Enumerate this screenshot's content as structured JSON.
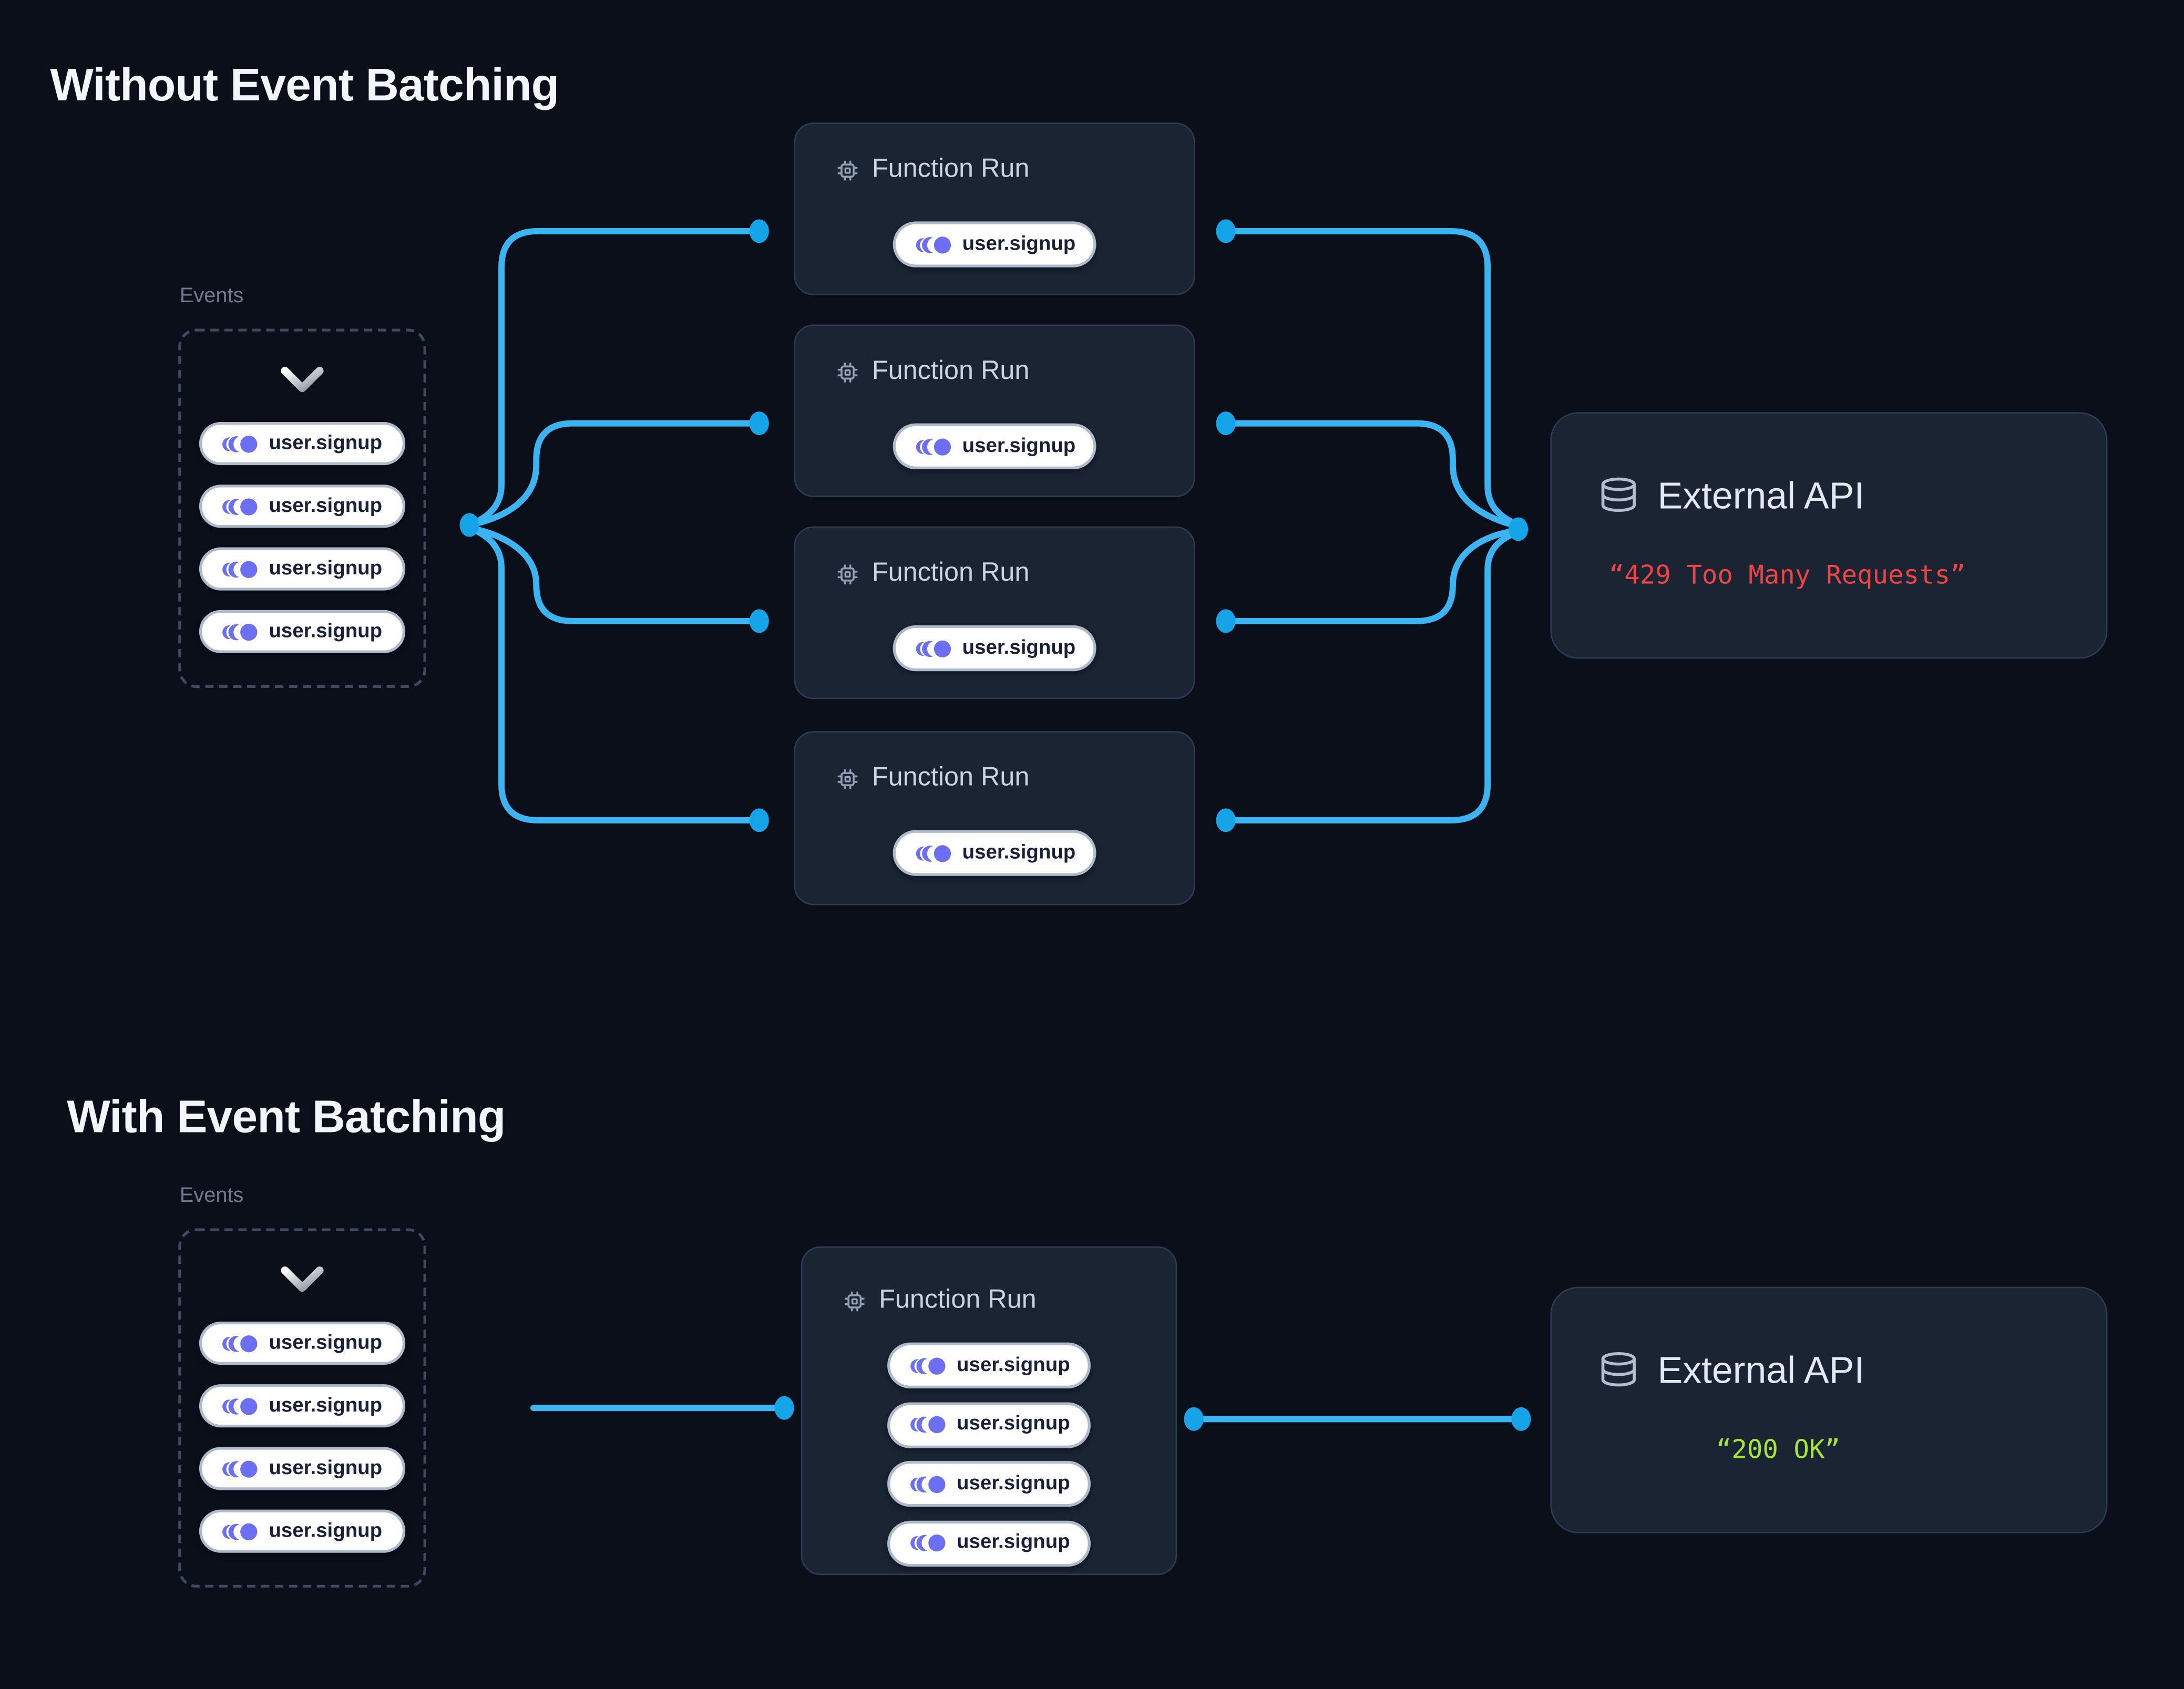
{
  "colors": {
    "accent_blue": "#3CB4F1",
    "dot_blue": "#16A4E8",
    "event_purple": "#6C6FF1",
    "error_red": "#EF4444",
    "success_green": "#A3E635"
  },
  "sections": {
    "without": {
      "title": "Without Event Batching",
      "events_label": "Events",
      "event_pills": [
        "user.signup",
        "user.signup",
        "user.signup",
        "user.signup"
      ],
      "function_runs": [
        {
          "title": "Function Run",
          "pills": [
            "user.signup"
          ]
        },
        {
          "title": "Function Run",
          "pills": [
            "user.signup"
          ]
        },
        {
          "title": "Function Run",
          "pills": [
            "user.signup"
          ]
        },
        {
          "title": "Function Run",
          "pills": [
            "user.signup"
          ]
        }
      ],
      "external_api": {
        "title": "External API",
        "status": "“429 Too Many Requests”"
      }
    },
    "with": {
      "title": "With Event Batching",
      "events_label": "Events",
      "event_pills": [
        "user.signup",
        "user.signup",
        "user.signup",
        "user.signup"
      ],
      "function_runs": [
        {
          "title": "Function Run",
          "pills": [
            "user.signup",
            "user.signup",
            "user.signup",
            "user.signup"
          ]
        }
      ],
      "external_api": {
        "title": "External API",
        "status": "“200 OK”"
      }
    }
  }
}
